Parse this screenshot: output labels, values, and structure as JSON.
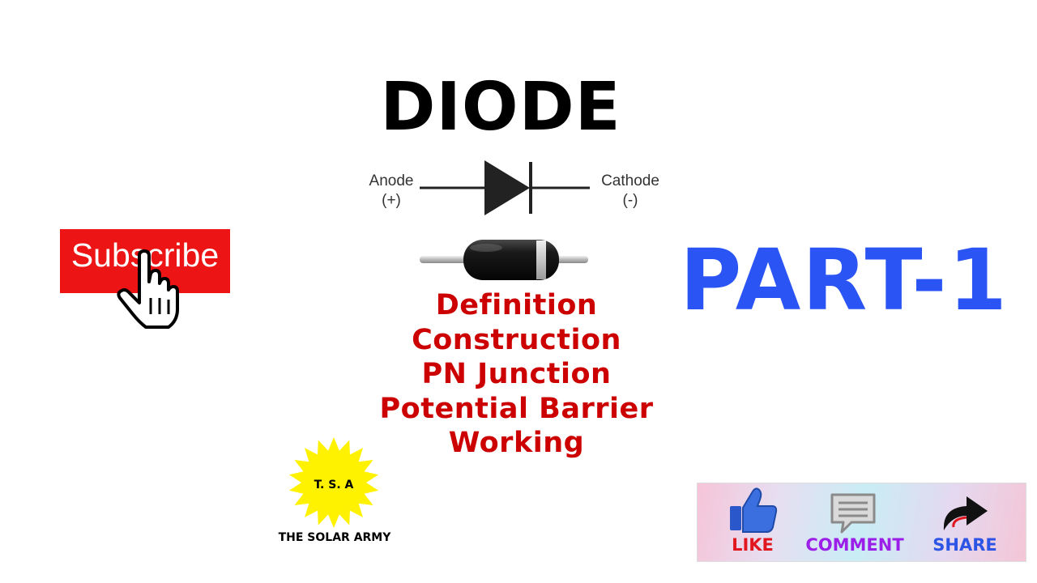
{
  "title": "DIODE",
  "symbol": {
    "anode_label": "Anode",
    "anode_sign": "(+)",
    "cathode_label": "Cathode",
    "cathode_sign": "(-)"
  },
  "topics": [
    "Definition",
    "Construction",
    "PN Junction",
    "Potential Barrier",
    "Working"
  ],
  "part_label": "PART-1",
  "subscribe": {
    "label": "Subscribe"
  },
  "logo": {
    "badge": "T. S. A",
    "name": "THE SOLAR ARMY"
  },
  "social": {
    "like": "LIKE",
    "comment": "COMMENT",
    "share": "SHARE"
  },
  "colors": {
    "topics": "#cc0000",
    "part": "#2b54f5",
    "subscribe_bg": "#ec1414",
    "logo_star": "#fff200",
    "like": "#e0171f",
    "comment": "#9b1fe8",
    "share": "#2d55e5"
  }
}
